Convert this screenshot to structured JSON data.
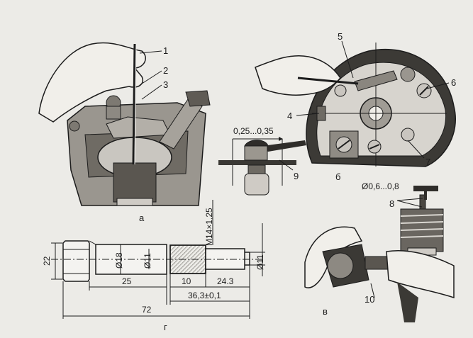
{
  "figure": {
    "parts": {
      "a": {
        "caption": "а",
        "callouts": [
          "1",
          "2",
          "3"
        ]
      },
      "b": {
        "caption": "б",
        "callouts": [
          "4",
          "5",
          "6",
          "7"
        ]
      },
      "v": {
        "caption": "в",
        "callouts": [
          "8",
          "10"
        ],
        "gap_label": "Ø0,6...0,8"
      },
      "g": {
        "caption": "г",
        "dimensions": {
          "head_height": "22",
          "d18": "Ø18",
          "d11_left": "Ø11",
          "thread": "M14×1,25",
          "d11_right": "Ø11",
          "len25": "25",
          "len10": "10",
          "len24_3": "24.3",
          "len36_3": "36,3±0,1",
          "len72": "72"
        }
      }
    },
    "gap_detail": {
      "label": "0,25...0,35",
      "callout": "9"
    }
  },
  "colors": {
    "ink": "#1c1c1c",
    "paper": "#ecebe7",
    "shade": "#8d8a84",
    "mid": "#b9b6b0"
  }
}
